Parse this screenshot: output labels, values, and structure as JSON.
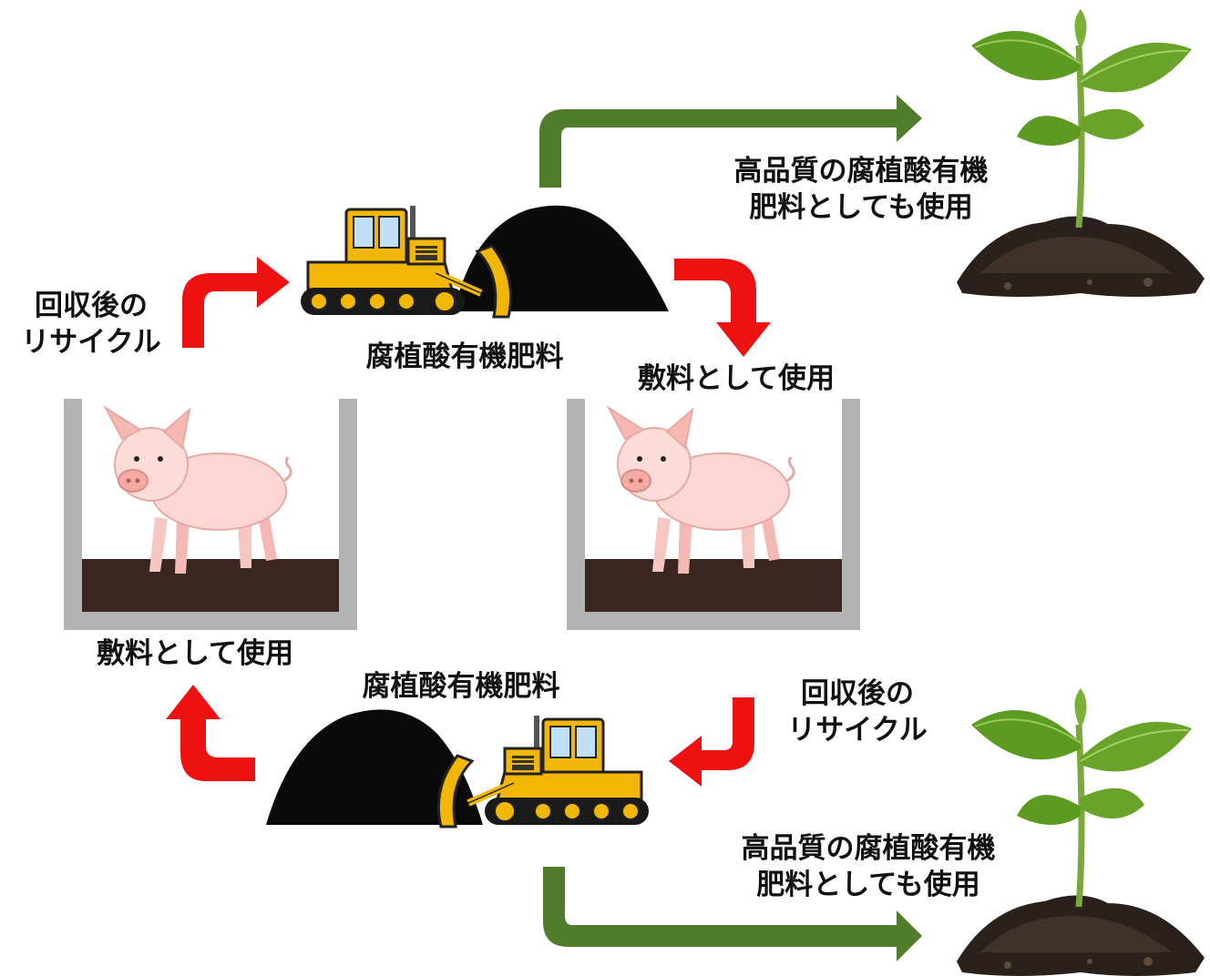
{
  "title": "",
  "labels": {
    "recycle_left": [
      "回収後の",
      "リサイクル"
    ],
    "recycle_right": [
      "回収後の",
      "リサイクル"
    ],
    "fertilizer_top": "腐植酸有機肥料",
    "fertilizer_bottom": "腐植酸有機肥料",
    "bedding_right": "敷料として使用",
    "bedding_left": "敷料として使用",
    "hq_top": [
      "高品質の腐植酸有機",
      "肥料としても使用"
    ],
    "hq_bottom": [
      "高品質の腐植酸有機",
      "肥料としても使用"
    ]
  },
  "colors": {
    "arrow_red": "#ee1111",
    "arrow_green": "#4f7d2b",
    "pen_wall": "#b3b3b3",
    "soil": "#3a2620",
    "pile": "#0a0a0a",
    "dozer_yellow": "#f2b705",
    "plant_green": "#6aa32a"
  },
  "icons": [
    "bulldozer-icon",
    "compost-pile-icon",
    "pig-icon",
    "pen-icon",
    "plant-icon",
    "soil-icon"
  ]
}
